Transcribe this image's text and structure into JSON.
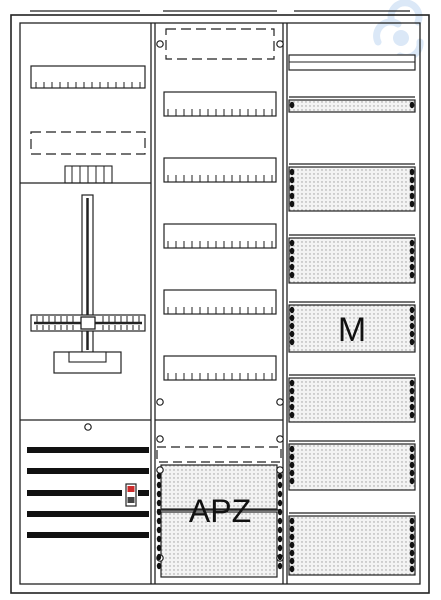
{
  "diagram": {
    "labels": {
      "meter_field": "M",
      "apz_field": "APZ"
    },
    "colors": {
      "line": "#222222",
      "panel_fill": "#f1f1f1",
      "dots": "#9a9a9a",
      "watermark": "#dbe8f7",
      "breaker_accent": "#cc2b2b"
    },
    "icons": {
      "watermark": "recycle-logo-watermark"
    }
  }
}
